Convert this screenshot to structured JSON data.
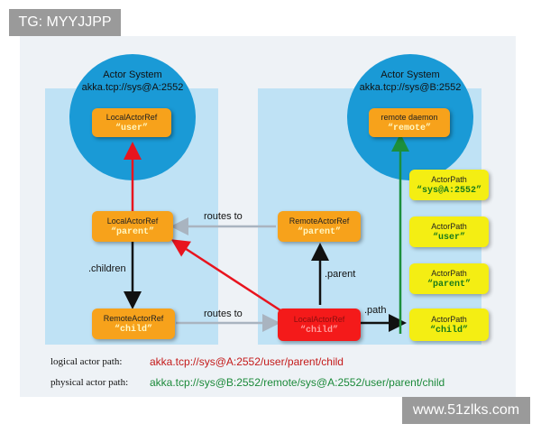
{
  "watermarks": {
    "top_left": "TG: MYYJJPP",
    "bottom_right": "www.51zlks.com"
  },
  "left_system": {
    "title": "Actor System",
    "address": "akka.tcp://sys@A:2552",
    "user_node": {
      "label": "LocalActorRef",
      "value": "“user”"
    },
    "parent_node": {
      "label": "LocalActorRef",
      "value": "“parent”"
    },
    "child_node": {
      "label": "RemoteActorRef",
      "value": "“child”"
    }
  },
  "right_system": {
    "title": "Actor System",
    "address": "akka.tcp://sys@B:2552",
    "daemon_node": {
      "label": "remote daemon",
      "value": "“remote”"
    },
    "parent_node": {
      "label": "RemoteActorRef",
      "value": "“parent”"
    },
    "child_node": {
      "label": "LocalActorRef",
      "value": "“child”"
    }
  },
  "actor_paths": [
    {
      "label": "ActorPath",
      "value": "“sys@A:2552”"
    },
    {
      "label": "ActorPath",
      "value": "“user”"
    },
    {
      "label": "ActorPath",
      "value": "“parent”"
    },
    {
      "label": "ActorPath",
      "value": "“child”"
    }
  ],
  "edge_labels": {
    "routes_to_top": "routes to",
    "routes_to_bottom": "routes to",
    "children": ".children",
    "parent": ".parent",
    "path": ".path"
  },
  "legend": {
    "logical_label": "logical actor path:",
    "logical_value": "akka.tcp://sys@A:2552/user/parent/child",
    "physical_label": "physical actor path:",
    "physical_value": "akka.tcp://sys@B:2552/remote/sys@A:2552/user/parent/child"
  },
  "colors": {
    "panel": "#bfe2f5",
    "circle": "#1a9ad6",
    "node_orange": "#f7a21b",
    "node_red": "#f41a1a",
    "path_yellow": "#f4ee13",
    "arrow_red": "#e8141e",
    "arrow_green": "#1c8f3c",
    "arrow_gray": "#a9b4c0",
    "arrow_black": "#111111",
    "logical_text": "#c41a1a",
    "physical_text": "#1c8a3a"
  }
}
